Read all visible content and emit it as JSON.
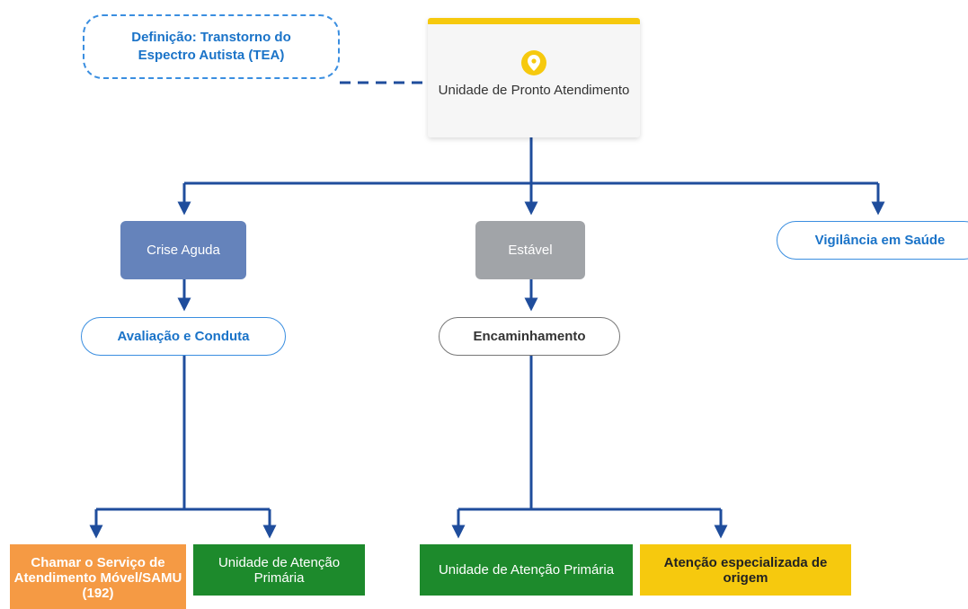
{
  "definition": {
    "text": "Definição: Transtorno do Espectro Autista (TEA)"
  },
  "main_node": {
    "label": "Unidade de Pronto Atendimento",
    "icon": "map-pin-icon",
    "accent_color": "#f6c90e"
  },
  "branches": {
    "crise_aguda": {
      "label": "Crise Aguda",
      "color": "#6583bb"
    },
    "estavel": {
      "label": "Estável",
      "color": "#a1a4a8"
    },
    "vigilancia": {
      "label": "Vigilância em Saúde"
    }
  },
  "steps": {
    "avaliacao": {
      "label": "Avaliação e Conduta"
    },
    "encaminhamento": {
      "label": "Encaminhamento"
    }
  },
  "outcomes": {
    "samu": {
      "label": "Chamar o Serviço de Atendimento Móvel/SAMU (192)",
      "color": "#f59a44"
    },
    "uap_crise": {
      "label": "Unidade de Atenção Primária",
      "color": "#1d8a2c"
    },
    "uap_estavel": {
      "label": "Unidade de Atenção Primária",
      "color": "#1d8a2c"
    },
    "especializada": {
      "label": "Atenção especializada de origem",
      "color": "#f6c90e"
    }
  },
  "connector_color": "#1f4d9c"
}
